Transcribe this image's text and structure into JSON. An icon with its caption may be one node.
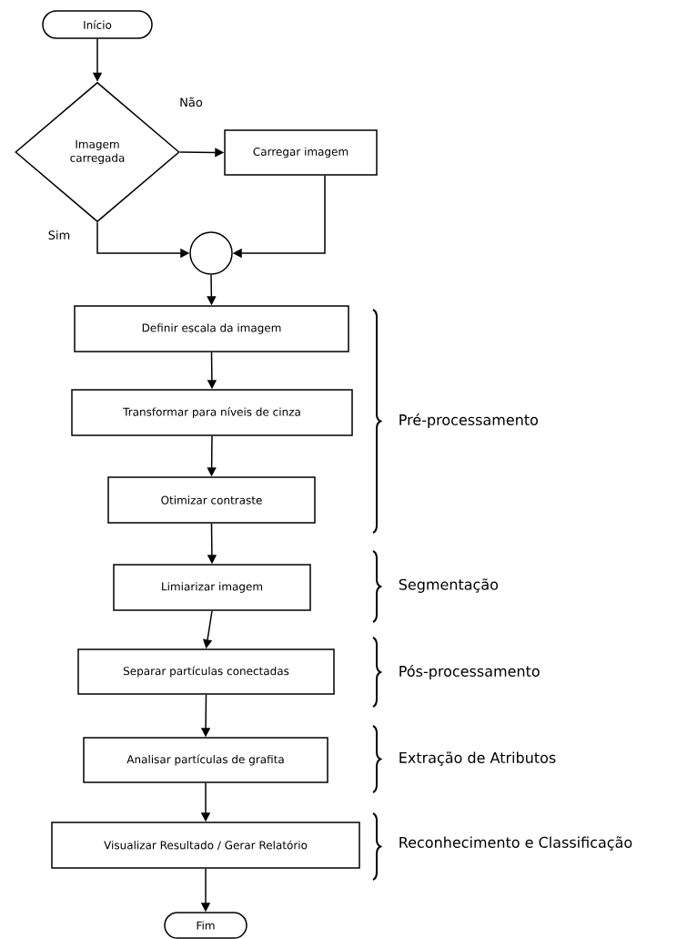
{
  "diagram": {
    "nodes": [
      {
        "text": [
          "Início"
        ]
      },
      {
        "text": [
          "Imagem carregada"
        ]
      },
      {
        "text": [
          "Carregar imagem"
        ]
      },
      {
        "text": [],
        "shape": "circle"
      },
      {
        "text": [
          "Definir escala da imagem"
        ]
      },
      {
        "text": [
          "Transformar para níveis de cinza"
        ]
      },
      {
        "text": [
          "Otimizar contraste"
        ]
      },
      {
        "text": [
          "Limiarizar imagem"
        ]
      },
      {
        "text": [
          "Separar partículas conectadas"
        ]
      },
      {
        "text": [
          "Analisar partículas de grafita"
        ]
      },
      {
        "text": [
          "Visualizar Resultado / Gerar Relatório"
        ]
      },
      {
        "text": [
          "Fim"
        ]
      }
    ],
    "edges": [
      {
        "from": 0,
        "to": 1,
        "arrow": "to"
      },
      {
        "from": 1,
        "to": 2,
        "arrow": "to",
        "label": "Não"
      },
      {
        "from": 1,
        "to": 3,
        "arrow": "to",
        "label": "Sim"
      },
      {
        "from": 2,
        "to": 3,
        "arrow": "to"
      },
      {
        "from": 3,
        "to": 4,
        "arrow": "to"
      },
      {
        "from": 4,
        "to": 5,
        "arrow": "to"
      },
      {
        "from": 5,
        "to": 6,
        "arrow": "to"
      },
      {
        "from": 6,
        "to": 7,
        "arrow": "to"
      },
      {
        "from": 7,
        "to": 8,
        "arrow": "to"
      },
      {
        "from": 8,
        "to": 9,
        "arrow": "to"
      },
      {
        "from": 9,
        "to": 10,
        "arrow": "to"
      },
      {
        "from": 10,
        "to": 11,
        "arrow": "to"
      }
    ],
    "labels": [
      "Pré-processamento",
      "Segmentação",
      "Pós-processamento",
      "Extração de Atributos",
      "Reconhecimento e Classificação"
    ]
  }
}
